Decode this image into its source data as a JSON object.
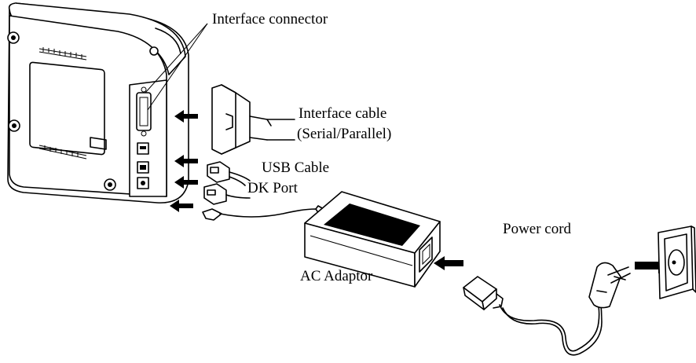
{
  "labels": {
    "interface_connector": "Interface connector",
    "interface_cable_line1": "Interface cable",
    "interface_cable_line2": "(Serial/Parallel)",
    "usb_cable": "USB Cable",
    "dk_port": "DK Port",
    "power_cord": "Power cord",
    "ac_adaptor": "AC Adaptor"
  },
  "colors": {
    "ink": "#000000",
    "paper": "#ffffff"
  },
  "icons": {
    "arrow": "black-right-arrow",
    "outlet": "wall-socket",
    "plug": "schuko-plug"
  }
}
